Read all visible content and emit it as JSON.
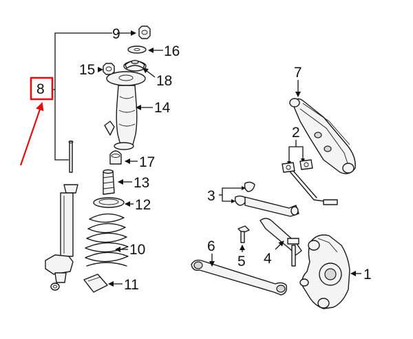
{
  "diagram": {
    "highlighted_part": "8",
    "highlight_color": "#e01010",
    "callouts": {
      "p1": "1",
      "p2": "2",
      "p3": "3",
      "p4": "4",
      "p5": "5",
      "p6": "6",
      "p7": "7",
      "p8": "8",
      "p9": "9",
      "p10": "10",
      "p11": "11",
      "p12": "12",
      "p13": "13",
      "p14": "14",
      "p15": "15",
      "p16": "16",
      "p17": "17",
      "p18": "18"
    }
  }
}
